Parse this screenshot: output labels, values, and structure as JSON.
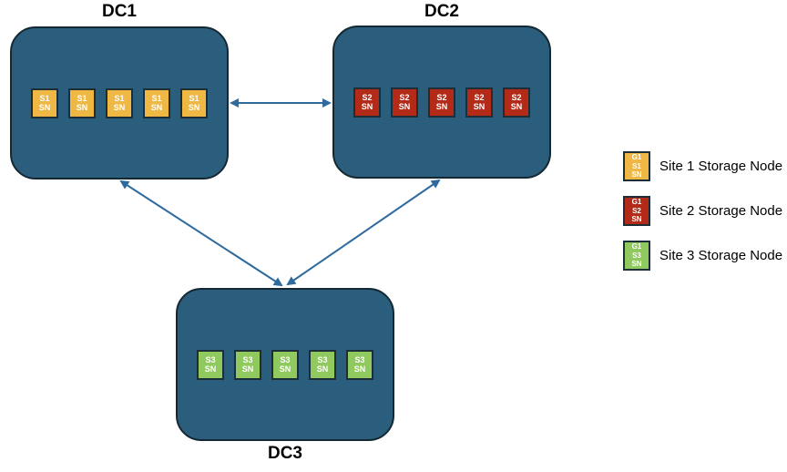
{
  "colors": {
    "canvas_bg": "#ffffff",
    "dc_box_fill": "#2b5e7d",
    "dc_box_border": "#142833",
    "arrow": "#2e6a9e",
    "site1_node": "#efb844",
    "site2_node": "#b32b18",
    "site3_node": "#90c95e",
    "node_border": "#1c2e38",
    "node_text": "#ffffff",
    "label_text": "#000000"
  },
  "diagram": {
    "datacenters": [
      {
        "title": "DC1",
        "nodes": [
          {
            "line1": "S1",
            "line2": "SN"
          },
          {
            "line1": "S1",
            "line2": "SN"
          },
          {
            "line1": "S1",
            "line2": "SN"
          },
          {
            "line1": "S1",
            "line2": "SN"
          },
          {
            "line1": "S1",
            "line2": "SN"
          }
        ]
      },
      {
        "title": "DC2",
        "nodes": [
          {
            "line1": "S2",
            "line2": "SN"
          },
          {
            "line1": "S2",
            "line2": "SN"
          },
          {
            "line1": "S2",
            "line2": "SN"
          },
          {
            "line1": "S2",
            "line2": "SN"
          },
          {
            "line1": "S2",
            "line2": "SN"
          }
        ]
      },
      {
        "title": "DC3",
        "nodes": [
          {
            "line1": "S3",
            "line2": "SN"
          },
          {
            "line1": "S3",
            "line2": "SN"
          },
          {
            "line1": "S3",
            "line2": "SN"
          },
          {
            "line1": "S3",
            "line2": "SN"
          },
          {
            "line1": "S3",
            "line2": "SN"
          }
        ]
      }
    ],
    "connections": [
      {
        "from": "DC1",
        "to": "DC2",
        "style": "bidirectional"
      },
      {
        "from": "DC1",
        "to": "DC3",
        "style": "bidirectional"
      },
      {
        "from": "DC2",
        "to": "DC3",
        "style": "bidirectional"
      }
    ]
  },
  "legend": {
    "items": [
      {
        "swatch": [
          "G1",
          "S1",
          "SN"
        ],
        "label": "Site 1 Storage Node"
      },
      {
        "swatch": [
          "G1",
          "S2",
          "SN"
        ],
        "label": "Site 2 Storage Node"
      },
      {
        "swatch": [
          "G1",
          "S3",
          "SN"
        ],
        "label": "Site 3 Storage Node"
      }
    ]
  }
}
